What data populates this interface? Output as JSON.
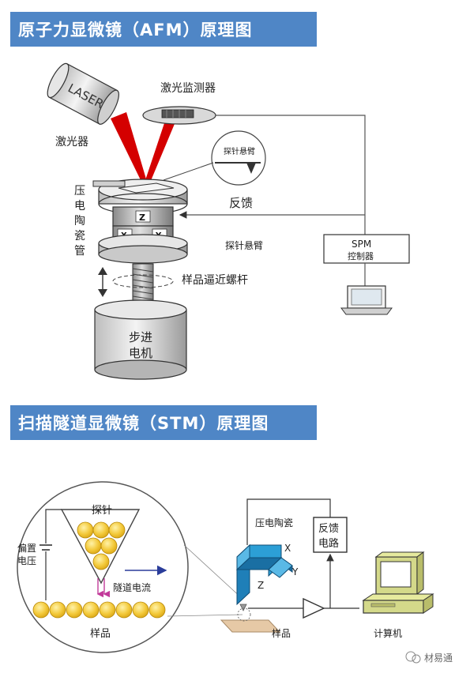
{
  "sections": {
    "afm_title": "原子力显微镜（AFM）原理图",
    "stm_title": "扫描隧道显微镜（STM）原理图"
  },
  "afm": {
    "laser": "LASER",
    "laser_label": "激光器",
    "detector_label": "激光监测器",
    "cantilever_inset": "探针悬臂",
    "feedback": "反馈",
    "piezo_label": "压电陶瓷管",
    "piezo_chars": [
      "压",
      "电",
      "陶",
      "瓷",
      "管"
    ],
    "z": "Z",
    "x": "X",
    "y": "Y",
    "cantilever_label": "探针悬臂",
    "screw_label": "样品逼近螺杆",
    "motor_line1": "步进",
    "motor_line2": "电机",
    "spm_line1": "SPM",
    "spm_line2": "控制器"
  },
  "stm": {
    "probe": "探针",
    "bias_line1": "偏置",
    "bias_line2": "电压",
    "tunnel_current": "隧道电流",
    "sample_inset": "样品",
    "piezo": "压电陶瓷",
    "feedback_line1": "反馈",
    "feedback_line2": "电路",
    "x": "X",
    "y": "Y",
    "z": "Z",
    "sample": "样品",
    "computer": "计算机"
  },
  "watermark": "材易通",
  "colors": {
    "banner": "#4f86c6",
    "laser_beam": "#d40000",
    "atom": "#f3c93a",
    "piezo": "#2c9fd6",
    "monitor": "#d4d98a"
  }
}
